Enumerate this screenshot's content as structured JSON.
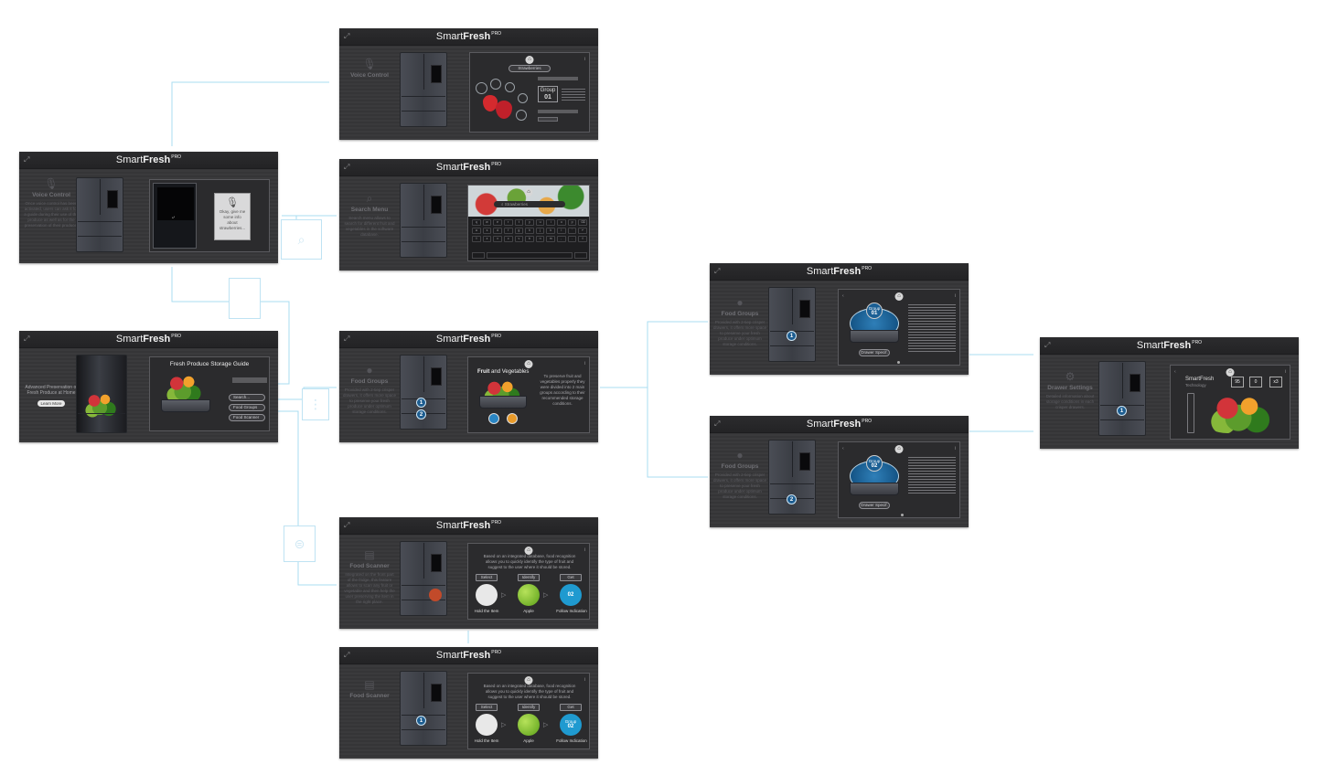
{
  "brand": {
    "name_light": "Smart",
    "name_bold": "Fresh",
    "sup": "PRO"
  },
  "screens": {
    "home": {
      "side_intro": "Advanced Preservation of Fresh Produce at Home",
      "learn_more": "Learn More",
      "guide_light": "Fresh Produce",
      "guide_bold": "Storage Guide",
      "menu": [
        "Search...",
        "Food Groups",
        "Food Scanner"
      ]
    },
    "voice_main": {
      "title": "Voice Control",
      "desc": "Once voice control has been activated, users can ask it for a guide during their use of the produce as well as for the preservation of their produce.",
      "prompt": "Okay, give me some info about strawberries..."
    },
    "voice_detail": {
      "title": "Voice Control",
      "pill": "Strawberries",
      "group_label": "Group",
      "group_num": "01"
    },
    "search": {
      "title": "Search Menu",
      "desc": "Search menu allows to search for different fruit and vegetables in the software database.",
      "field": "Strawberries"
    },
    "food_groups": {
      "title": "Food Groups",
      "desc": "Provided with 2-tiep crisper drawers, it offers more space to preserve your fresh produce under optimum storage conditions.",
      "panel_title_bold": "Fruit",
      "panel_title_light": "and Vegetables",
      "panel_desc": "To preserve fruit and vegetables properly they were divided into 2 main groups according to their recommended storage conditions.",
      "badges": [
        "1",
        "2"
      ]
    },
    "group_01": {
      "group_label": "Group",
      "group_num": "01",
      "drawer_btn": "Drawer Specif.",
      "badge": "1"
    },
    "group_02": {
      "group_label": "Group",
      "group_num": "02",
      "drawer_btn": "Drawer Specif.",
      "badge": "2"
    },
    "drawer_settings": {
      "title": "Drawer Settings",
      "desc": "Detailed information about storage conditions in each crisper drawers.",
      "tech_light": "SmartFresh",
      "tech_sub": "Technology",
      "stats": [
        "95",
        "0",
        "x3"
      ],
      "badge": "1"
    },
    "scanner_main": {
      "title": "Food Scanner",
      "desc": "Integrated on the front part of the fridge, this feature allows to scan any fruit or vegetable and then help the user preserving the item in the right place.",
      "intro": "Based on an integrated database, food recognition allows you to quickly identify the type of fruit and suggest to the user where it should be stored.",
      "steps": [
        "Select",
        "Identify",
        "Get"
      ],
      "results": [
        "Hold the Item",
        "Apple",
        "Follow Indication"
      ],
      "group": "02"
    },
    "scanner_result": {
      "title": "Food Scanner",
      "intro": "Based on an integrated database, food recognition allows you to quickly identify the type of fruit and suggest to the user where it should be stored.",
      "steps": [
        "Select",
        "Identify",
        "Get"
      ],
      "results": [
        "Hold the Item",
        "Apple",
        "Follow Indication"
      ],
      "group_label": "Group",
      "group": "02",
      "badge": "1"
    }
  }
}
